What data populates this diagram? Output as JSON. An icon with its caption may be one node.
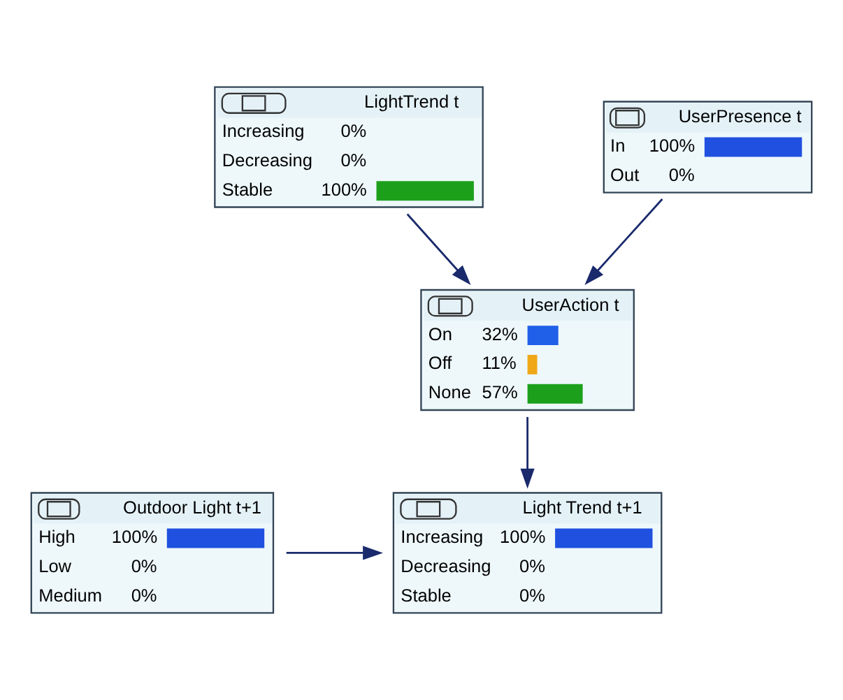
{
  "diagram": {
    "nodes": [
      {
        "text": [
          "LightTrend t",
          "Increasing",
          "0%",
          "Decreasing",
          "0%",
          "Stable",
          "100%"
        ]
      },
      {
        "text": [
          "UserPresence t",
          "In",
          "100%",
          "Out",
          "0%"
        ]
      },
      {
        "text": [
          "UserAction t",
          "On",
          "32%",
          "Off",
          "11%",
          "None",
          "57%"
        ]
      },
      {
        "text": [
          "Outdoor Light t+1",
          "High",
          "100%",
          "Low",
          "0%",
          "Medium",
          "0%"
        ]
      },
      {
        "text": [
          "Light Trend t+1",
          "Increasing",
          "100%",
          "Decreasing",
          "0%",
          "Stable",
          "0%"
        ]
      }
    ],
    "edges": [
      {
        "from": 0,
        "to": 2,
        "arrow": "to"
      },
      {
        "from": 1,
        "to": 2,
        "arrow": "to"
      },
      {
        "from": 2,
        "to": 4,
        "arrow": "to"
      },
      {
        "from": 3,
        "to": 4,
        "arrow": "to"
      }
    ]
  }
}
